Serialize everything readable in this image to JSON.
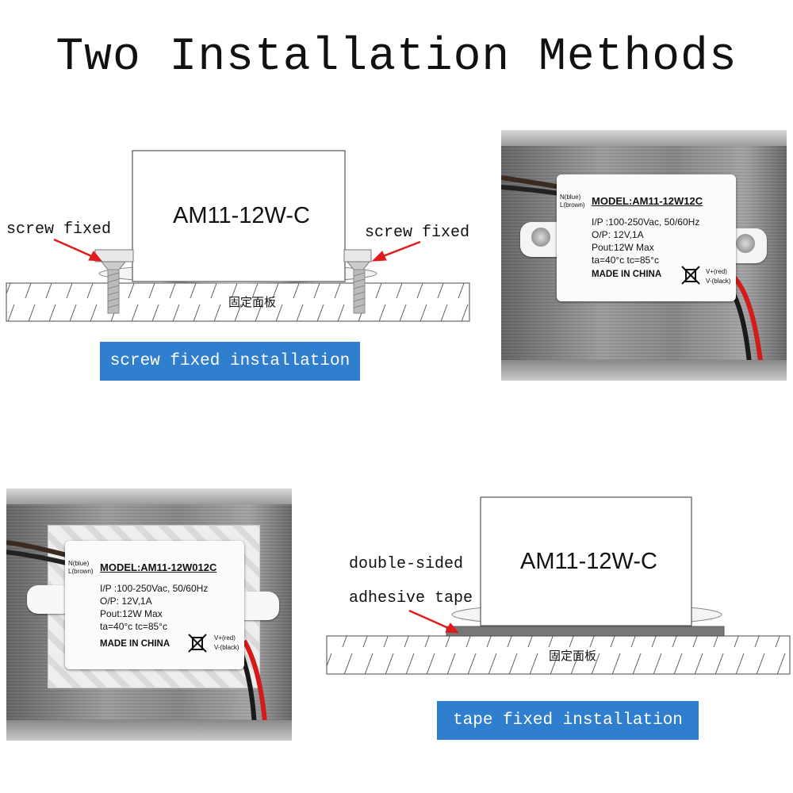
{
  "title": "Two Installation Methods",
  "screw_diagram": {
    "module_label": "AM11-12W-C",
    "left_callout": "screw fixed",
    "right_callout": "screw fixed",
    "panel_label": "固定面板",
    "caption": "screw fixed installation"
  },
  "screw_photo": {
    "wire_in_top": "N(blue)",
    "wire_in_bottom": "L(brown)",
    "model": "MODEL:AM11-12W12C",
    "input": "I/P :100-250Vac, 50/60Hz",
    "output": "O/P: 12V,1A",
    "power": "Pout:12W Max",
    "temp": "ta=40°c tc=85°c",
    "origin": "MADE IN CHINA",
    "wire_out_top": "V+(red)",
    "wire_out_bottom": "V-(black)"
  },
  "tape_photo": {
    "wire_in_top": "N(blue)",
    "wire_in_bottom": "L(brown)",
    "model": "MODEL:AM11-12W012C",
    "input": "I/P :100-250Vac, 50/60Hz",
    "output": "O/P: 12V,1A",
    "power": "Pout:12W Max",
    "temp": "ta=40°c tc=85°c",
    "origin": "MADE IN CHINA",
    "wire_out_top": "V+(red)",
    "wire_out_bottom": "V-(black)"
  },
  "tape_diagram": {
    "module_label": "AM11-12W-C",
    "callout_line1": "double-sided",
    "callout_line2": "adhesive tape",
    "panel_label": "固定面板",
    "caption": "tape fixed installation"
  },
  "colors": {
    "caption_bg": "#2f7fce",
    "arrow": "#e01b1b",
    "wire_red": "#d21c1c"
  }
}
